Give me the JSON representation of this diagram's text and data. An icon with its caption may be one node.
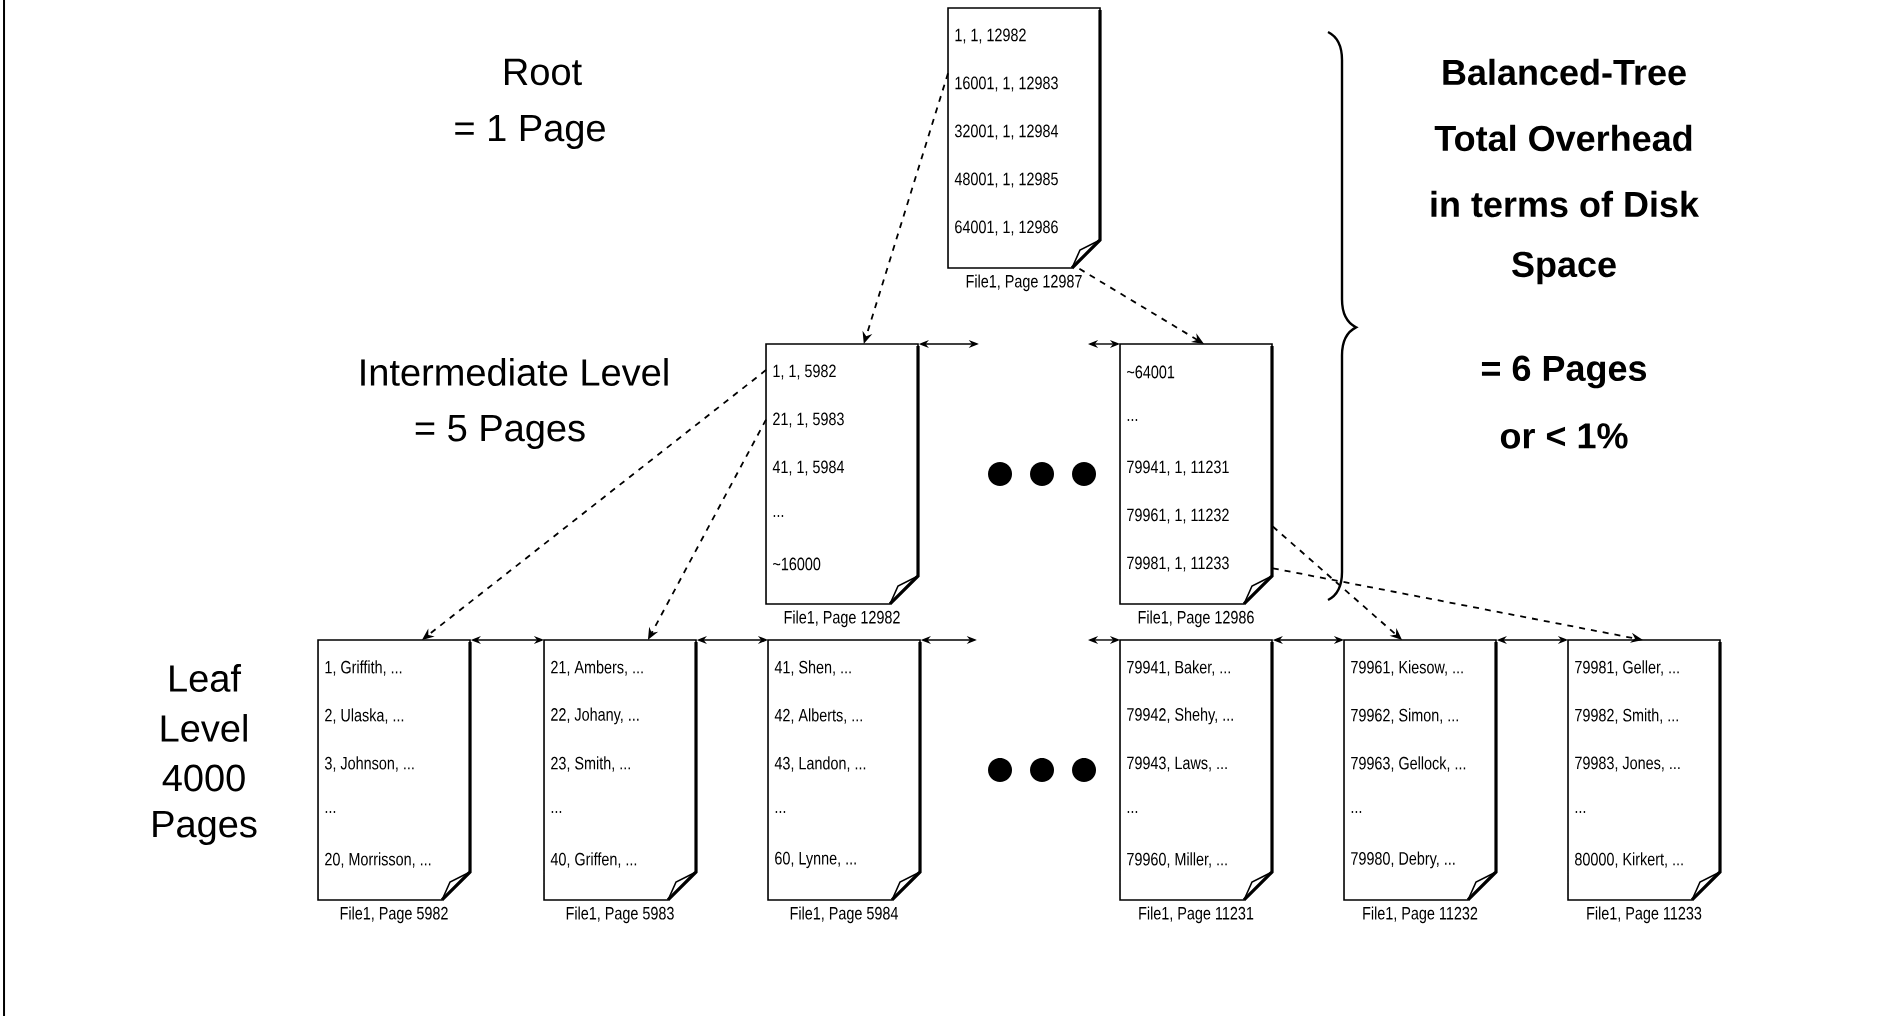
{
  "diagram": {
    "nodes": [
      {
        "text": [
          "1, 1, 12982",
          "16001, 1, 12983",
          "32001, 1, 12984",
          "48001, 1, 12985",
          "64001, 1, 12986"
        ],
        "beside": [
          "File1, Page 12987"
        ]
      },
      {
        "text": [
          "1, 1, 5982",
          "21, 1, 5983",
          "41, 1, 5984",
          "...",
          "~16000"
        ],
        "beside": [
          "File1, Page 12982"
        ]
      },
      {
        "text": [
          "~64001",
          "...",
          "79941, 1, 11231",
          "79961, 1, 11232",
          "79981, 1, 11233"
        ],
        "beside": [
          "File1, Page 12986"
        ]
      },
      {
        "text": [
          "1, Griffith, ...",
          "2, Ulaska, ...",
          "3, Johnson, ...",
          "...",
          "20, Morrisson, ..."
        ],
        "beside": [
          "File1, Page 5982"
        ]
      },
      {
        "text": [
          "21, Ambers, ...",
          "22, Johany, ...",
          "23, Smith, ...",
          "...",
          "40, Griffen, ..."
        ],
        "beside": [
          "File1, Page 5983"
        ]
      },
      {
        "text": [
          "41, Shen, ...",
          "42, Alberts, ...",
          "43, Landon, ...",
          "...",
          "60, Lynne, ..."
        ],
        "beside": [
          "File1, Page 5984"
        ]
      },
      {
        "text": [
          "79941, Baker, ...",
          "79942, Shehy, ...",
          "79943, Laws, ...",
          "...",
          "79960, Miller, ..."
        ],
        "beside": [
          "File1, Page 11231"
        ]
      },
      {
        "text": [
          "79961, Kiesow, ...",
          "79962, Simon, ...",
          "79963, Gellock, ...",
          "...",
          "79980, Debry, ..."
        ],
        "beside": [
          "File1, Page 11232"
        ]
      },
      {
        "text": [
          "79981, Geller, ...",
          "79982, Smith, ...",
          "79983, Jones, ...",
          "...",
          "80000, Kirkert, ..."
        ],
        "beside": [
          "File1, Page 11233"
        ]
      }
    ],
    "edges": [
      {
        "from": 0,
        "to": 1,
        "arrow": "to",
        "style": "dashed"
      },
      {
        "from": 0,
        "to": 2,
        "arrow": "to",
        "style": "dashed"
      },
      {
        "from": 1,
        "to": 3,
        "arrow": "to",
        "style": "dashed"
      },
      {
        "from": 1,
        "to": 4,
        "arrow": "to",
        "style": "dashed"
      },
      {
        "from": 2,
        "to": 7,
        "arrow": "to",
        "style": "dashed"
      },
      {
        "from": 2,
        "to": 8,
        "arrow": "to",
        "style": "dashed"
      },
      {
        "from": 1,
        "to": null,
        "arrow": "both"
      },
      {
        "from": null,
        "to": 2,
        "arrow": "both"
      },
      {
        "from": 3,
        "to": 4,
        "arrow": "both"
      },
      {
        "from": 4,
        "to": 5,
        "arrow": "both"
      },
      {
        "from": 5,
        "to": null,
        "arrow": "both"
      },
      {
        "from": null,
        "to": 6,
        "arrow": "both"
      },
      {
        "from": 6,
        "to": 7,
        "arrow": "both"
      },
      {
        "from": 7,
        "to": 8,
        "arrow": "both"
      }
    ],
    "labels": [
      "Root",
      "= 1 Page",
      "Balanced-Tree",
      "Total Overhead",
      "in terms of Disk",
      "Space",
      "Intermediate Level",
      "= 5 Pages",
      "= 6 Pages",
      "or < 1%",
      "Leaf",
      "Level",
      "4000",
      "Pages"
    ]
  }
}
